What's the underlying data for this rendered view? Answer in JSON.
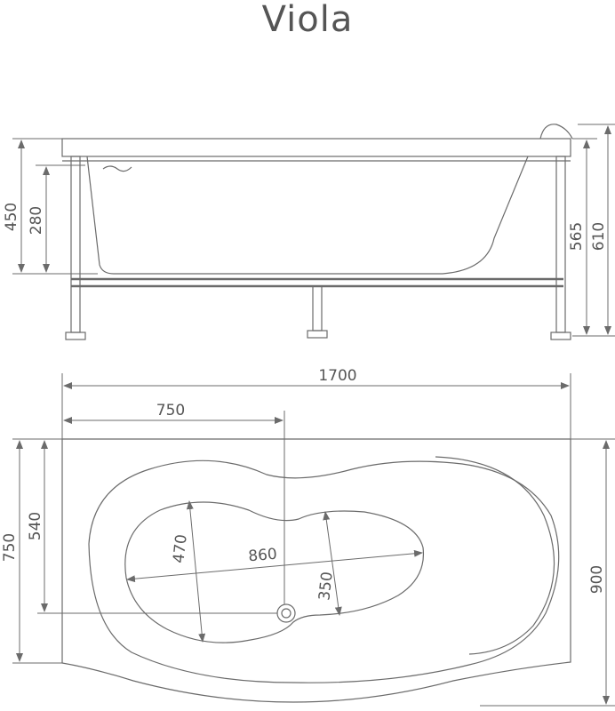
{
  "title": "Viola",
  "side_view": {
    "dims": {
      "left_outer": "450",
      "left_inner": "280",
      "right_inner": "565",
      "right_outer": "610"
    }
  },
  "top_view": {
    "dims": {
      "length": "1700",
      "drain_offset": "750",
      "width_left": "750",
      "inner_left": "540",
      "bowl_width": "470",
      "bowl_length": "860",
      "bowl_narrow": "350",
      "width_right": "900"
    }
  }
}
